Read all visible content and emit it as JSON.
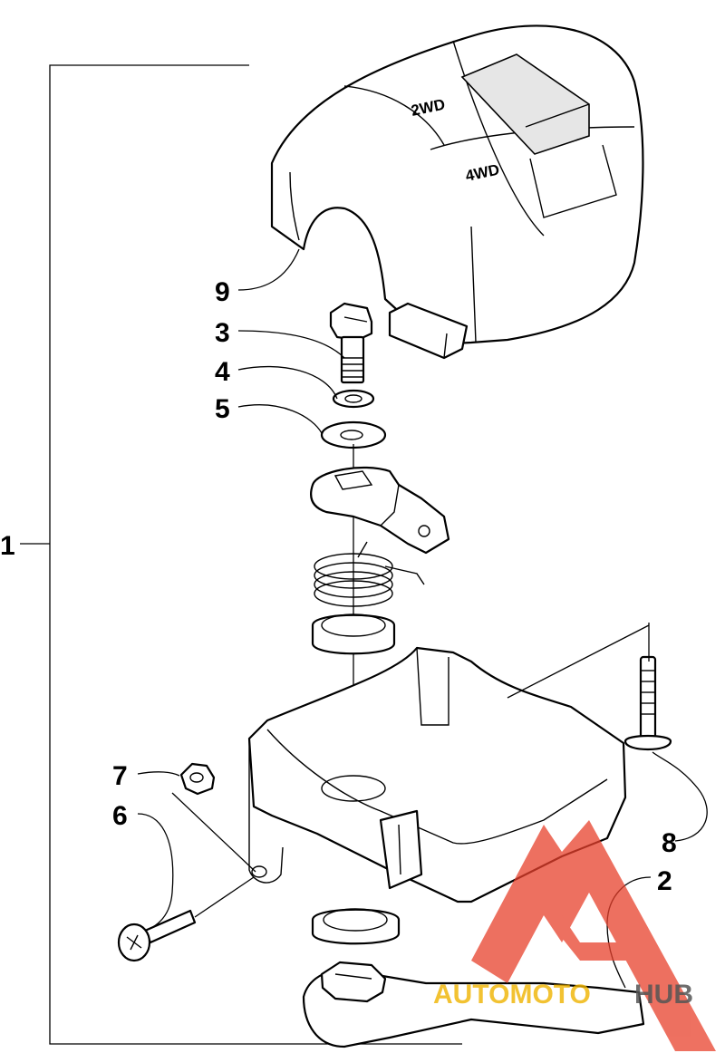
{
  "callouts": [
    {
      "id": "1",
      "label": "1"
    },
    {
      "id": "2",
      "label": "2"
    },
    {
      "id": "3",
      "label": "3"
    },
    {
      "id": "4",
      "label": "4"
    },
    {
      "id": "5",
      "label": "5"
    },
    {
      "id": "6",
      "label": "6"
    },
    {
      "id": "7",
      "label": "7"
    },
    {
      "id": "8",
      "label": "8"
    },
    {
      "id": "9",
      "label": "9"
    }
  ],
  "switch_labels": {
    "upper": "2WD",
    "lower": "4WD"
  },
  "watermark": {
    "word_a": "AUTOMOTO",
    "word_b": "HUB",
    "color_a": "#f0b400",
    "color_b": "#555555",
    "logo_color": "#e8412c"
  }
}
